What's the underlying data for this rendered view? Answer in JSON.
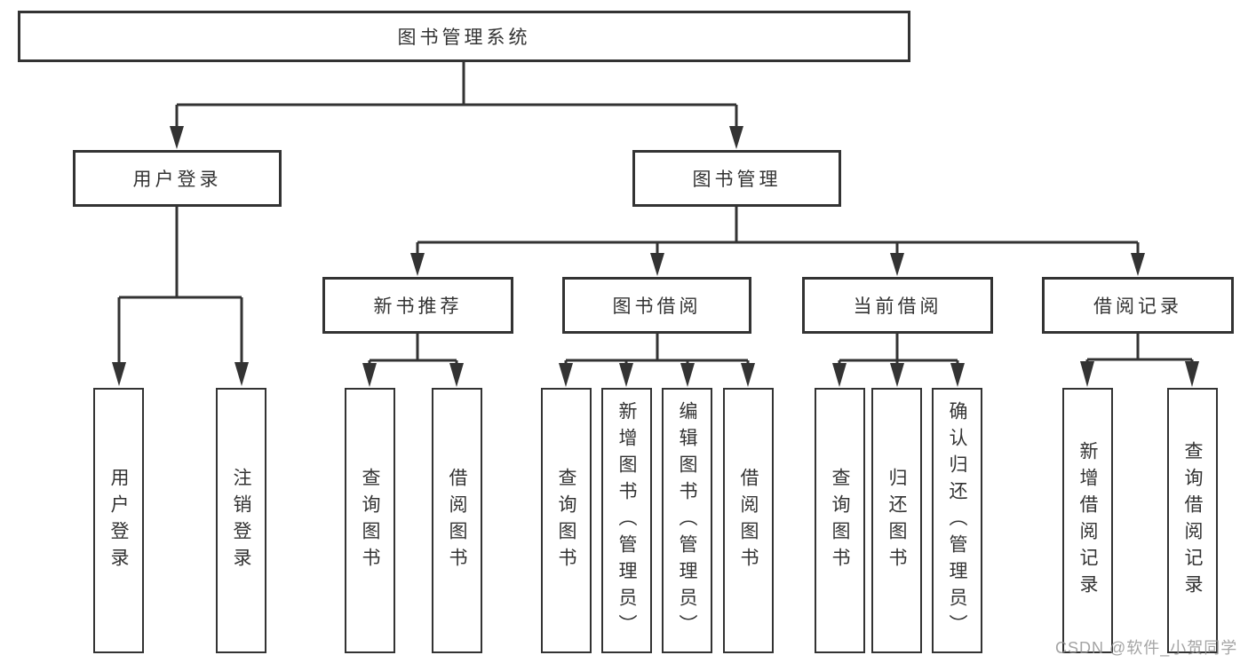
{
  "diagram_title": "图书管理系统",
  "tree": {
    "label": "图书管理系统",
    "children": [
      {
        "label": "用户登录",
        "children": [
          {
            "label": "用户登录"
          },
          {
            "label": "注销登录"
          }
        ]
      },
      {
        "label": "图书管理",
        "children": [
          {
            "label": "新书推荐",
            "children": [
              {
                "label": "查询图书"
              },
              {
                "label": "借阅图书"
              }
            ]
          },
          {
            "label": "图书借阅",
            "children": [
              {
                "label": "查询图书"
              },
              {
                "label": "新增图书（管理员）"
              },
              {
                "label": "编辑图书（管理员）"
              },
              {
                "label": "借阅图书"
              }
            ]
          },
          {
            "label": "当前借阅",
            "children": [
              {
                "label": "查询图书"
              },
              {
                "label": "归还图书"
              },
              {
                "label": "确认归还（管理员）"
              }
            ]
          },
          {
            "label": "借阅记录",
            "children": [
              {
                "label": "新增借阅记录"
              },
              {
                "label": "查询借阅记录"
              }
            ]
          }
        ]
      }
    ]
  },
  "watermark": {
    "text": "CSDN @软件_小贺同学"
  },
  "colors": {
    "line": "#333333",
    "text": "#333333",
    "box_background": "#ffffff",
    "watermark": "#949494",
    "background": "#ffffff"
  }
}
